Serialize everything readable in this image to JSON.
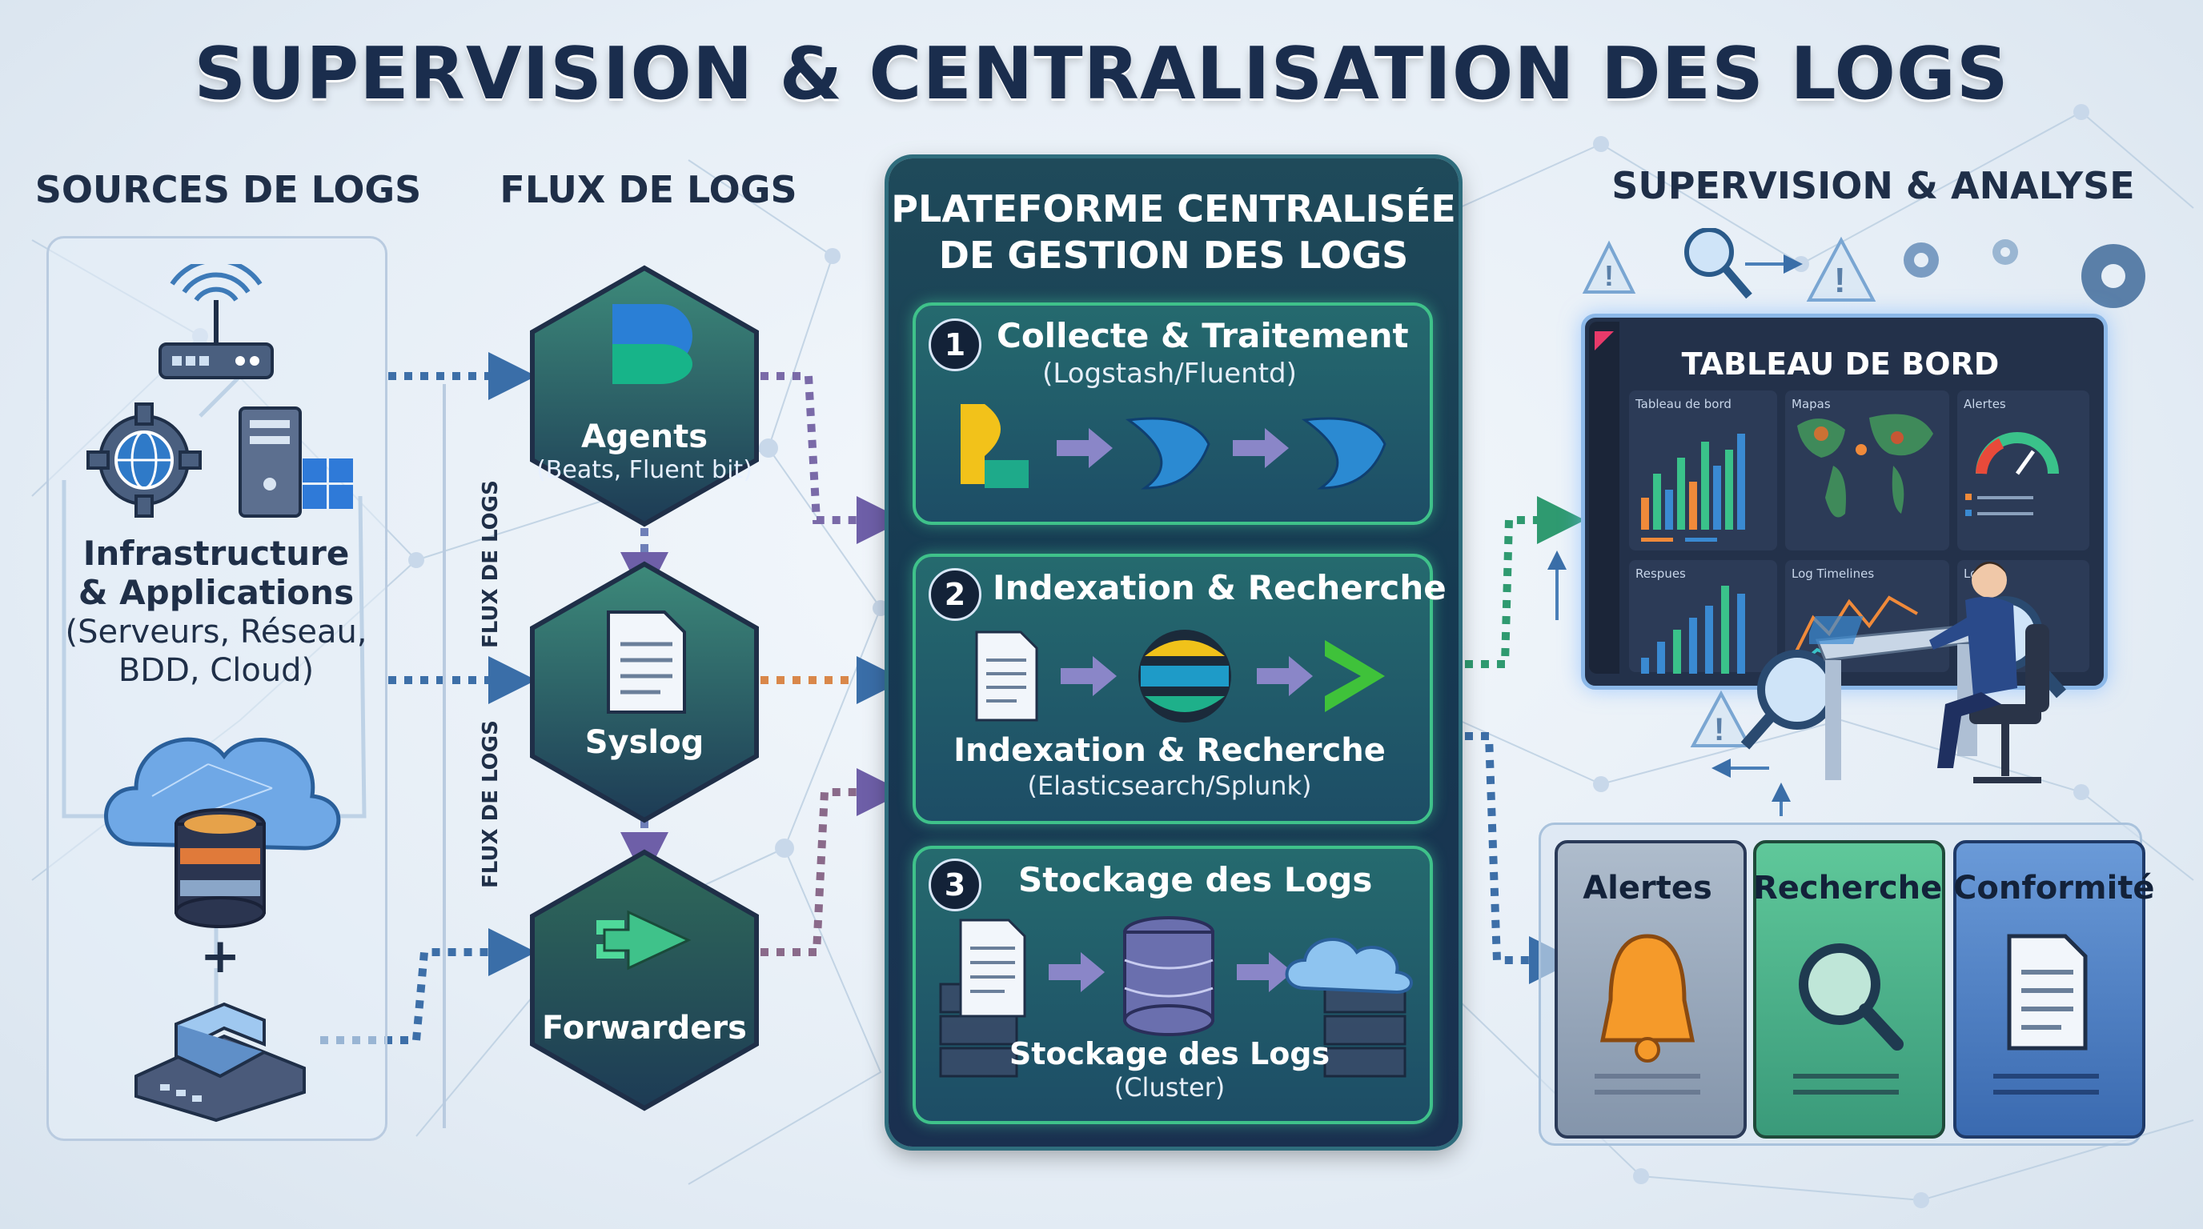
{
  "title": "SUPERVISION & CENTRALISATION DES LOGS",
  "columns": {
    "sources": "SOURCES DE LOGS",
    "flux": "FLUX DE LOGS",
    "supervision": "SUPERVISION & ANALYSE"
  },
  "sources": {
    "label_line1": "Infrastructure",
    "label_line2": "& Applications",
    "detail_line1": "(Serveurs, Réseau,",
    "detail_line2": "BDD, Cloud)",
    "plus": "+"
  },
  "flux": {
    "vertical_label_1": "FLUX DE LOGS",
    "vertical_label_2": "FLUX DE LOGS",
    "agents_label": "Agents",
    "agents_sub": "(Beats, Fluent bit)",
    "syslog_label": "Syslog",
    "forwarders_label": "Forwarders"
  },
  "platform": {
    "title_line1": "PLATEFORME CENTRALISÉE",
    "title_line2": "DE GESTION DES LOGS",
    "stages": [
      {
        "number": "1",
        "title": "Collecte & Traitement",
        "sub": "(Logstash/Fluentd)",
        "caption": ""
      },
      {
        "number": "2",
        "title": "Indexation & Recherche",
        "sub": "(Elasticsearch/Splunk)",
        "caption": "Indexation & Recherche"
      },
      {
        "number": "3",
        "title": "Stockage des Logs",
        "sub": "(Cluster)",
        "caption": "Stockage des Logs"
      }
    ]
  },
  "dashboard": {
    "title": "TABLEAU DE BORD",
    "cards": [
      "Tableau de bord",
      "Mapas",
      "Alertes",
      "Respues",
      "Log Timelines",
      "Logs"
    ]
  },
  "tools": [
    {
      "label": "Alertes",
      "color": "#9fb0c4"
    },
    {
      "label": "Recherche",
      "color": "#5fbf8f"
    },
    {
      "label": "Conformité",
      "color": "#5b8fd2"
    }
  ],
  "colors": {
    "accent_green": "#3fc28a",
    "platform_bg": "#163a52",
    "arrow_blue": "#3d6fa8",
    "arrow_orange": "#d9874a"
  }
}
